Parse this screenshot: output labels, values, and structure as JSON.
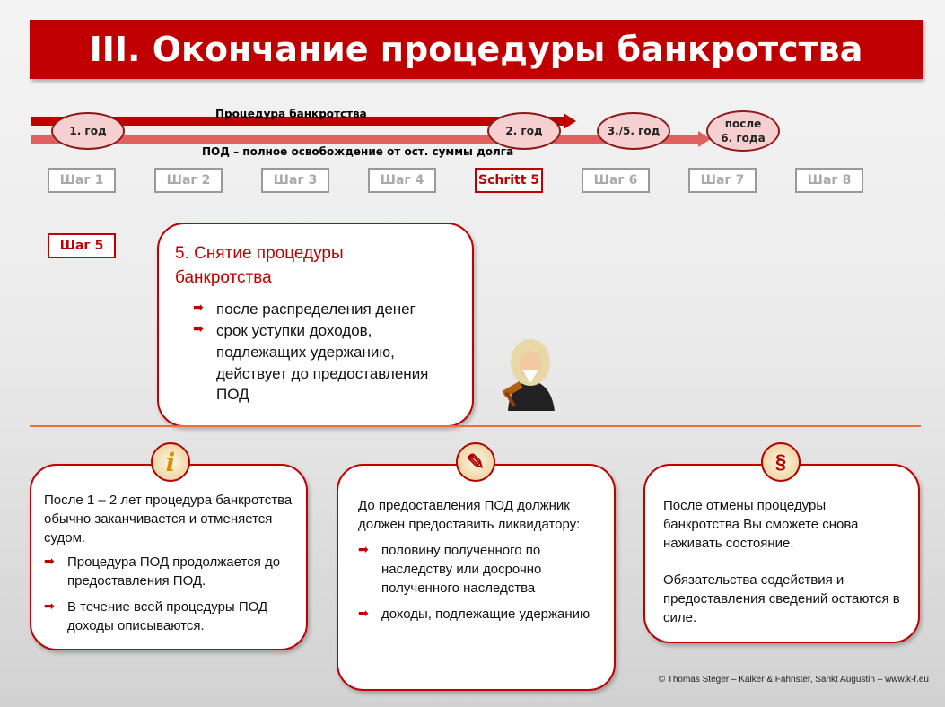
{
  "title": "III. Окончание процедуры банкротства",
  "timeline": {
    "top_label": "Процедура банкротства",
    "bottom_label": "ПОД – полное освобождение от ост. суммы долга",
    "milestones": [
      "1. год",
      "2. год",
      "3./5. год",
      "после 6. года"
    ]
  },
  "steps": [
    "Шаг 1",
    "Шаг 2",
    "Шаг 3",
    "Шаг 4",
    "Schritt 5",
    "Шаг 6",
    "Шаг 7",
    "Шаг 8"
  ],
  "current_step_label": "Шаг 5",
  "main_card": {
    "title": "5. Снятие процедуры банкротства",
    "bullets": [
      "после распределения денег",
      "срок уступки доходов, подлежащих удержанию, действует до предоставления ПОД"
    ]
  },
  "cards": [
    {
      "icon": "info-icon",
      "intro": "После 1 – 2 лет процедура банкротства обычно заканчивается и отменяется судом.",
      "bullets": [
        "Процедура ПОД  продолжается до предоставления ПОД.",
        "В течение всей процедуры ПОД доходы описываются."
      ]
    },
    {
      "icon": "pencil-icon",
      "intro": "До предоставления ПОД  должник должен предоставить ликвидатору:",
      "bullets": [
        "половину полученного по наследству или досрочно полученного наследства",
        "доходы, подлежащие удержанию"
      ]
    },
    {
      "icon": "paragraph-icon",
      "symbol": "§",
      "p1": "После отмены процедуры банкротства Вы сможете снова наживать состояние.",
      "p2": "Обязательства содействия  и предоставления сведений остаются в силе."
    }
  ],
  "footer": "© Thomas Steger – Kalker & Fahnster, Sankt Augustin – www.k-f.eu",
  "colors": {
    "accent": "#c00000",
    "divider": "#e87030"
  }
}
